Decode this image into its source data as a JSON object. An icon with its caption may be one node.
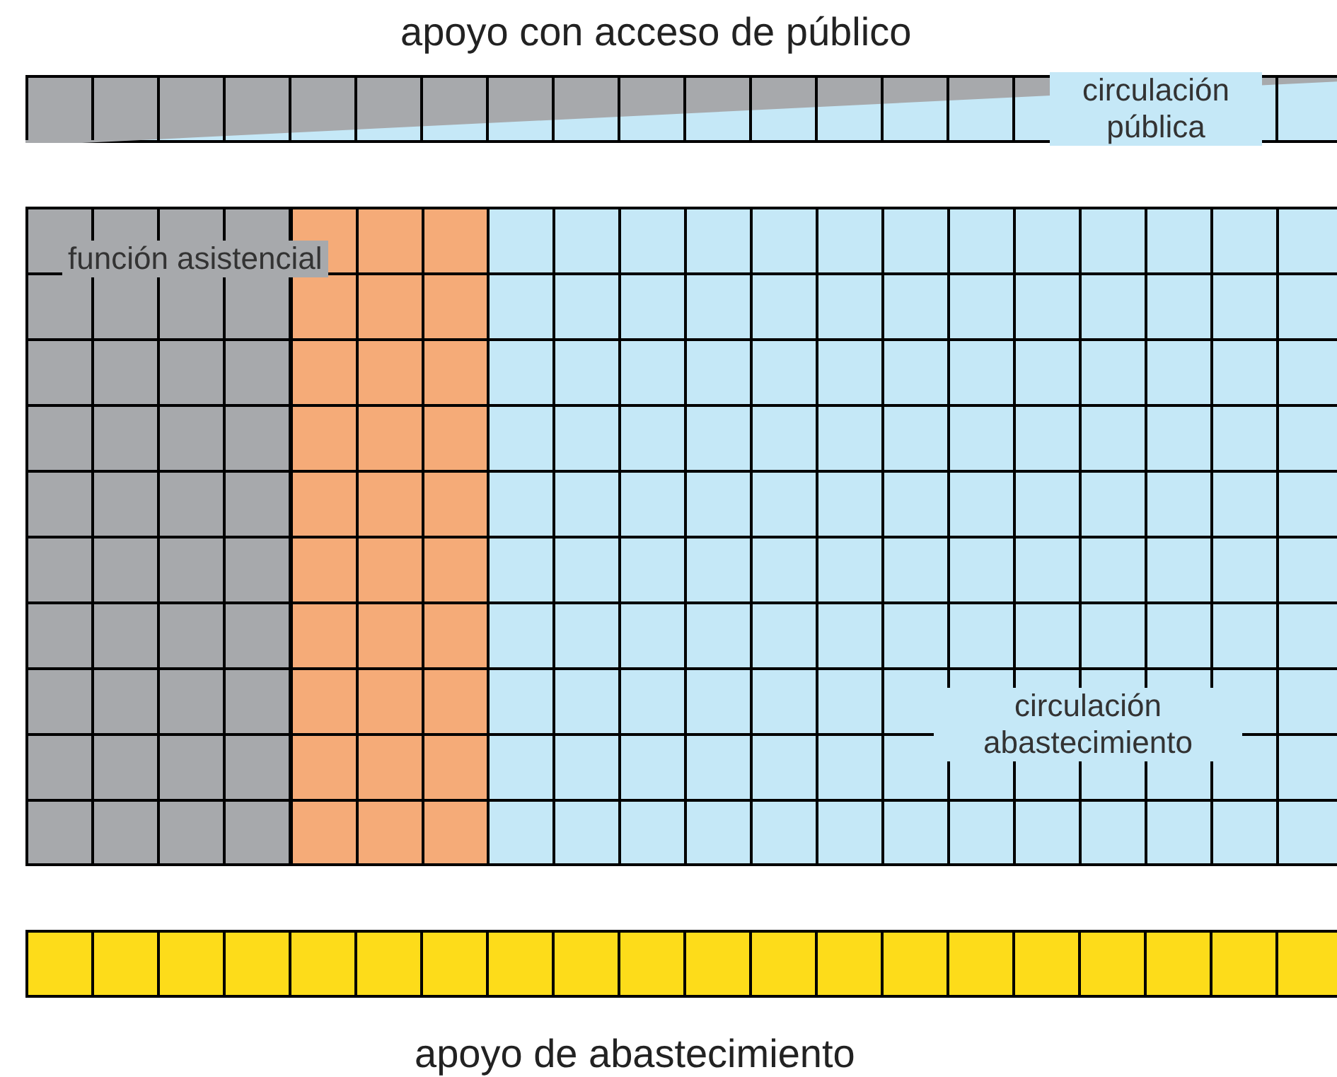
{
  "diagram": {
    "nodes": [
      {
        "text": [
          "apoyo con acceso de público",
          "circulación pública"
        ]
      },
      {
        "text": [],
        "shape": "box"
      },
      {
        "text": [
          "función asistencial"
        ],
        "in": 1
      },
      {
        "text": [],
        "shape": "bar",
        "in": 1
      },
      {
        "text": [
          "circulación abastecimiento"
        ],
        "in": 1
      },
      {
        "text": [
          "apoyo de abastecimiento"
        ]
      }
    ]
  }
}
